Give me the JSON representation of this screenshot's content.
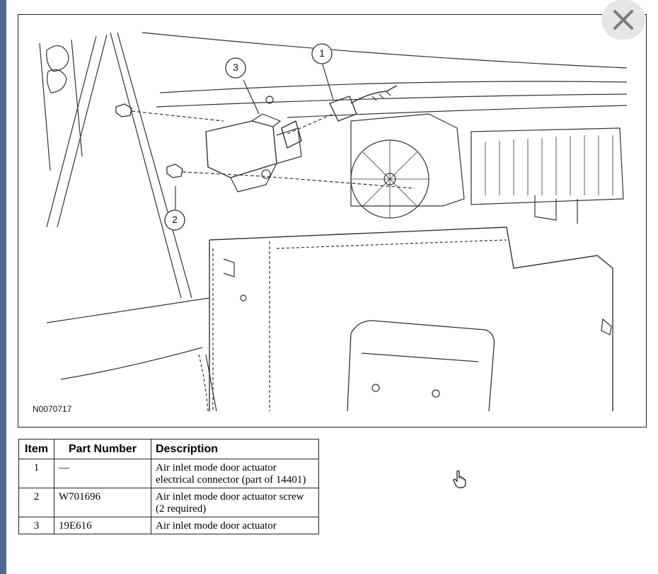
{
  "figure": {
    "id_label": "N0070717",
    "callouts": [
      "1",
      "2",
      "3"
    ]
  },
  "table": {
    "headers": {
      "item": "Item",
      "part_number": "Part Number",
      "description": "Description"
    },
    "rows": [
      {
        "item": "1",
        "part_number": "—",
        "description": "Air inlet mode door actuator electrical connector (part of 14401)"
      },
      {
        "item": "2",
        "part_number": "W701696",
        "description": "Air inlet mode door actuator screw (2 required)"
      },
      {
        "item": "3",
        "part_number": "19E616",
        "description": "Air inlet mode door actuator"
      }
    ]
  },
  "icons": {
    "close": "close-icon",
    "cursor": "hand-pointer-icon"
  },
  "colors": {
    "left_strip": "#4a6b8e",
    "close_bg": "#e6e6e6",
    "close_glyph": "#7a7a7a"
  }
}
